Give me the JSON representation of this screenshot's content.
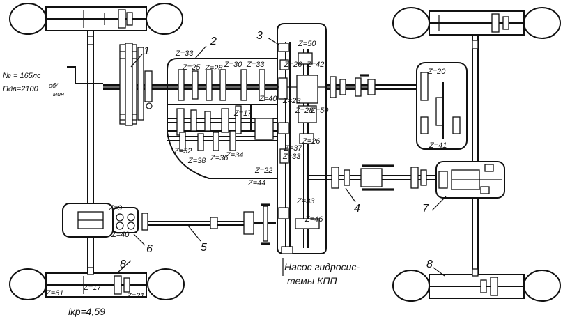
{
  "engine": {
    "power": "№ = 165лс",
    "rpm": "Пдв=2100",
    "rpm_unit_top": "об/",
    "rpm_unit_bottom": "мин"
  },
  "callouts": [
    "1",
    "2",
    "3",
    "4",
    "5",
    "6",
    "7",
    "8",
    "8"
  ],
  "gear_labels": [
    "Z=33",
    "Z=25",
    "Z=28",
    "Z=30",
    "Z=33",
    "Z=50",
    "Z=26",
    "Z=42",
    "Z=40",
    "Z=17",
    "Z=23",
    "Z=28",
    "Z=50",
    "Z=20",
    "Z=41",
    "Z=32",
    "Z=38",
    "Z=36",
    "Z=34",
    "Z=37",
    "Z=33",
    "Z=26",
    "Z=22",
    "Z=44",
    "Z=33",
    "Z=46",
    "Z=9",
    "Z=40",
    "Z=61",
    "Z=17",
    "Z=21"
  ],
  "final_drive_ratio": "iкр=4,59",
  "pump_caption": {
    "line1": "Насос гидросис-",
    "line2": "темы КПП"
  }
}
